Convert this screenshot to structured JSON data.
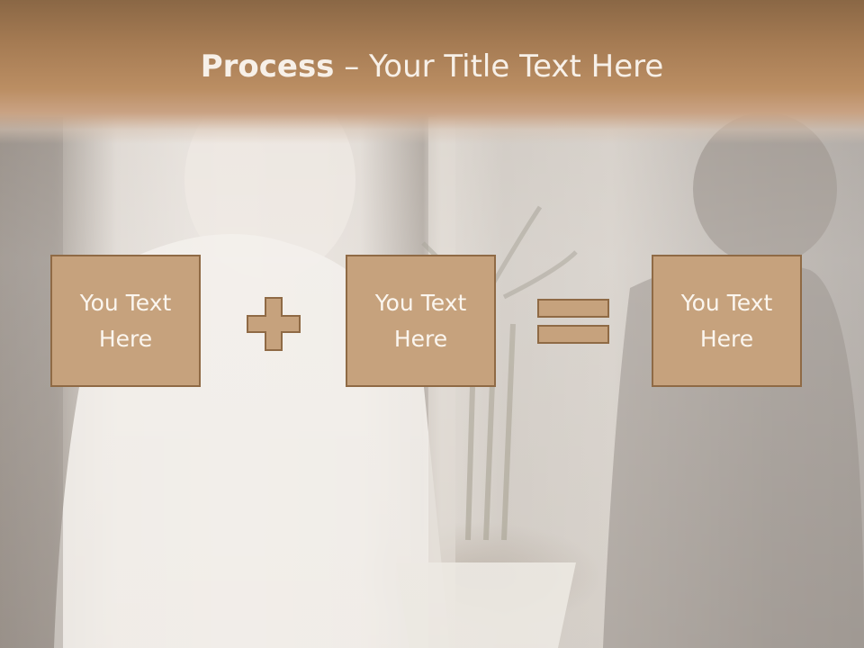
{
  "slide": {
    "title_strong": "Process",
    "title_rest": " – Your Title Text Here",
    "operators": [
      "plus-icon",
      "equals-icon"
    ],
    "boxes": [
      {
        "text": "You Text Here"
      },
      {
        "text": "You Text Here"
      },
      {
        "text": "You Text Here"
      }
    ]
  },
  "colors": {
    "header": "#a57b53",
    "box_fill": "#c6a27d",
    "box_border": "#8f6a45",
    "title_text": "#f7f0e8"
  }
}
